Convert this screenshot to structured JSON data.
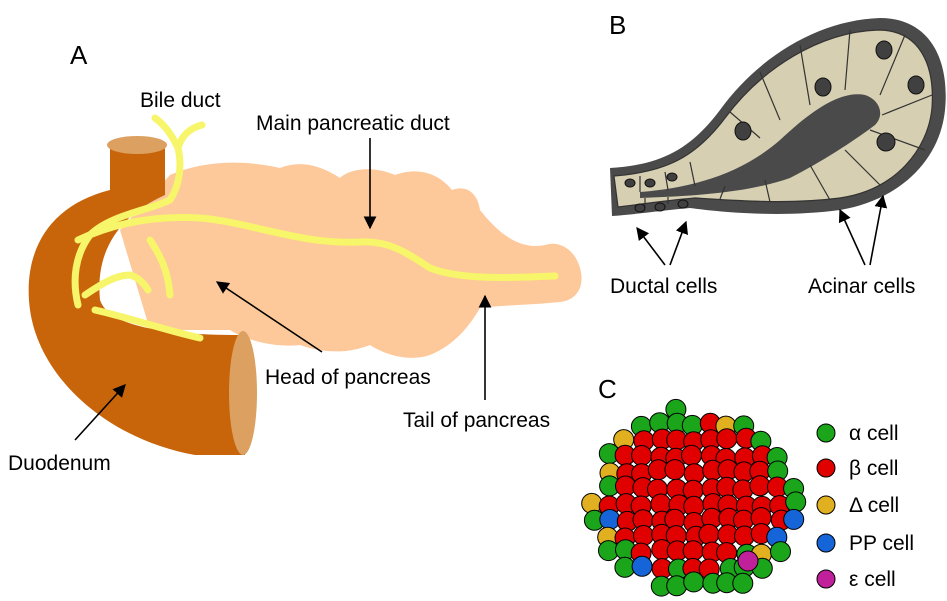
{
  "panels": {
    "a": "A",
    "b": "B",
    "c": "C"
  },
  "labels": {
    "bile_duct": "Bile duct",
    "main_duct": "Main pancreatic duct",
    "head": "Head of pancreas",
    "tail": "Tail of pancreas",
    "duodenum": "Duodenum",
    "ductal": "Ductal cells",
    "acinar": "Acinar cells"
  },
  "legend": [
    {
      "label": "α cell",
      "color": "#1aa51a"
    },
    {
      "label": "β cell",
      "color": "#e00000"
    },
    {
      "label": "Δ cell",
      "color": "#e0b020"
    },
    {
      "label": "PP cell",
      "color": "#1565d8"
    },
    {
      "label": "ε cell",
      "color": "#c0209a"
    }
  ],
  "colors": {
    "duodenum": "#c8650a",
    "duodenum_end": "#dca060",
    "pancreas": "#fdc89a",
    "duct": "#f7f56a",
    "acinus_wall": "#4a4a4a",
    "acinus_cell": "#d6cfb2",
    "nucleus": "#404040"
  }
}
